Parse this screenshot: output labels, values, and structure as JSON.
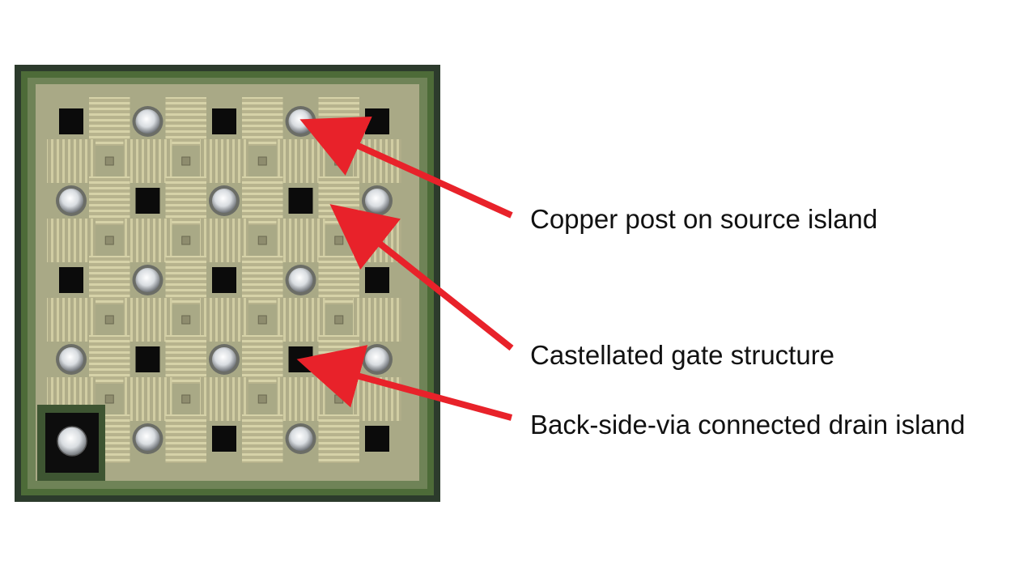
{
  "figure": {
    "callouts": [
      {
        "id": "copper-post",
        "label": "Copper post on source island"
      },
      {
        "id": "gate",
        "label": "Castellated gate structure"
      },
      {
        "id": "drain",
        "label": "Back-side-via connected drain island"
      }
    ],
    "colors": {
      "arrow": "#e8222a",
      "die_frame": "#2c3b2c",
      "die_ring": "#4d6b38",
      "die_surface": "#a9a986",
      "gate_fingers": "#c8c49a",
      "drain_via": "#0b0b0b",
      "post": "#e6e9ec",
      "text": "#111111"
    },
    "die": {
      "rows": 5,
      "cols": 5,
      "pattern": [
        [
          "drain",
          "post",
          "drain",
          "post",
          "drain"
        ],
        [
          "post",
          "drain",
          "post",
          "drain",
          "post"
        ],
        [
          "drain",
          "post",
          "drain",
          "post",
          "drain"
        ],
        [
          "post",
          "drain",
          "post",
          "drain",
          "post"
        ],
        [
          "pad",
          "post",
          "drain",
          "post",
          "drain"
        ]
      ]
    }
  }
}
